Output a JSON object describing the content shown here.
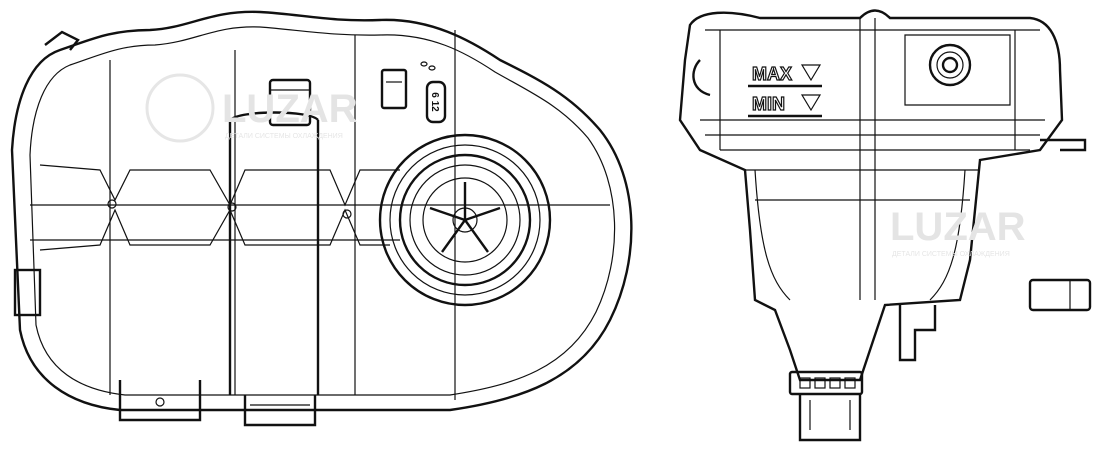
{
  "drawing": {
    "watermark_brand": "LUZAR",
    "watermark_tagline": "ДЕТАЛИ СИСТЕМЫ ОХЛАЖДЕНИЯ",
    "level_max_label": "MAX",
    "level_min_label": "MIN",
    "mold_code": "6 12"
  }
}
